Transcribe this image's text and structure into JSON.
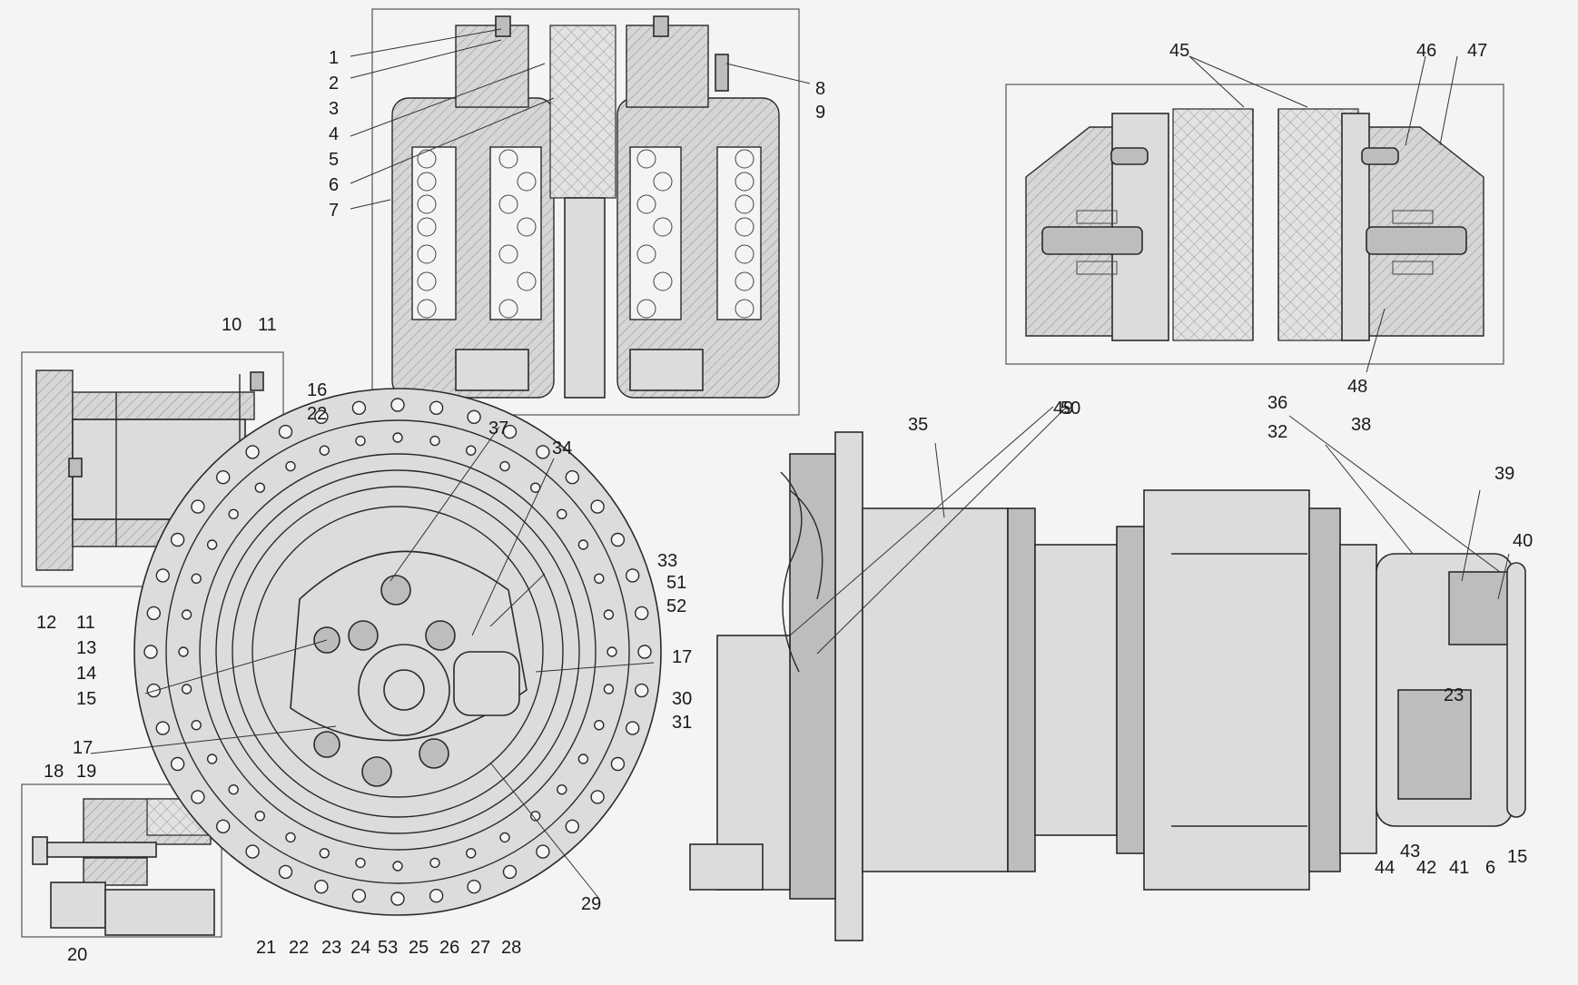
{
  "callouts": [
    {
      "id": "c1",
      "text": "1"
    },
    {
      "id": "c2",
      "text": "2"
    },
    {
      "id": "c3",
      "text": "3"
    },
    {
      "id": "c4",
      "text": "4"
    },
    {
      "id": "c5",
      "text": "5"
    },
    {
      "id": "c6",
      "text": "6"
    },
    {
      "id": "c7",
      "text": "7"
    },
    {
      "id": "c8",
      "text": "8"
    },
    {
      "id": "c9",
      "text": "9"
    },
    {
      "id": "c10",
      "text": "10"
    },
    {
      "id": "c11a",
      "text": "11"
    },
    {
      "id": "c11b",
      "text": "11"
    },
    {
      "id": "c12",
      "text": "12"
    },
    {
      "id": "c13",
      "text": "13"
    },
    {
      "id": "c14",
      "text": "14"
    },
    {
      "id": "c15a",
      "text": "15"
    },
    {
      "id": "c16",
      "text": "16"
    },
    {
      "id": "c22a",
      "text": "22"
    },
    {
      "id": "c17a",
      "text": "17"
    },
    {
      "id": "c17b",
      "text": "17"
    },
    {
      "id": "c18",
      "text": "18"
    },
    {
      "id": "c19",
      "text": "19"
    },
    {
      "id": "c20",
      "text": "20"
    },
    {
      "id": "c21",
      "text": "21"
    },
    {
      "id": "c22b",
      "text": "22"
    },
    {
      "id": "c23a",
      "text": "23"
    },
    {
      "id": "c24",
      "text": "24"
    },
    {
      "id": "c53",
      "text": "53"
    },
    {
      "id": "c25",
      "text": "25"
    },
    {
      "id": "c26",
      "text": "26"
    },
    {
      "id": "c27",
      "text": "27"
    },
    {
      "id": "c28",
      "text": "28"
    },
    {
      "id": "c29",
      "text": "29"
    },
    {
      "id": "c30",
      "text": "30"
    },
    {
      "id": "c31",
      "text": "31"
    },
    {
      "id": "c33",
      "text": "33"
    },
    {
      "id": "c34",
      "text": "34"
    },
    {
      "id": "c37",
      "text": "37"
    },
    {
      "id": "c51",
      "text": "51"
    },
    {
      "id": "c52",
      "text": "52"
    },
    {
      "id": "c35",
      "text": "35"
    },
    {
      "id": "c49",
      "text": "49"
    },
    {
      "id": "c50",
      "text": "50"
    },
    {
      "id": "c45",
      "text": "45"
    },
    {
      "id": "c46",
      "text": "46"
    },
    {
      "id": "c47",
      "text": "47"
    },
    {
      "id": "c48",
      "text": "48"
    },
    {
      "id": "c36",
      "text": "36"
    },
    {
      "id": "c32",
      "text": "32"
    },
    {
      "id": "c38",
      "text": "38"
    },
    {
      "id": "c39",
      "text": "39"
    },
    {
      "id": "c40",
      "text": "40"
    },
    {
      "id": "c23b",
      "text": "23"
    },
    {
      "id": "c43",
      "text": "43"
    },
    {
      "id": "c44",
      "text": "44"
    },
    {
      "id": "c42",
      "text": "42"
    },
    {
      "id": "c41",
      "text": "41"
    },
    {
      "id": "c6b",
      "text": "6"
    },
    {
      "id": "c15b",
      "text": "15"
    }
  ]
}
